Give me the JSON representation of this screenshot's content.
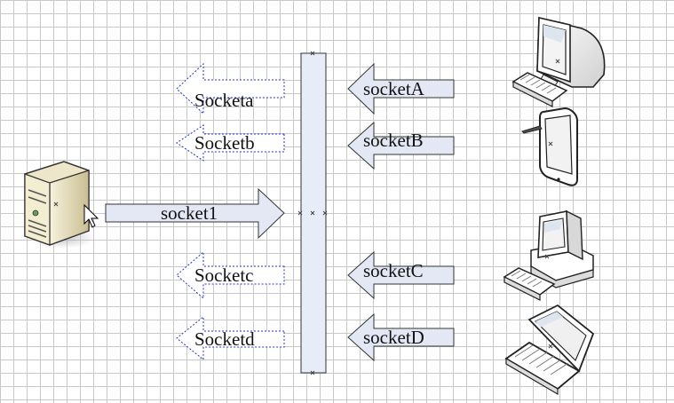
{
  "outgoing_arrows": {
    "socket_1": "socket1",
    "socket_a": "Socketa",
    "socket_b": "Socketb",
    "socket_c": "Socketc",
    "socket_d": "Socketd"
  },
  "incoming_arrows": {
    "socket_a": "socketA",
    "socket_b": "socketB",
    "socket_c": "socketC",
    "socket_d": "socketD"
  },
  "colors": {
    "arrow_fill": "#e4e8f4",
    "dashed_outline": "#2233cc",
    "device_fill": "#ffffff",
    "server_body": "#e9e2c6",
    "bar_fill": "#e8ecf8"
  },
  "icons": [
    "server-icon",
    "monitor-icon",
    "keyboard-icon",
    "tablet-icon",
    "stylus-icon",
    "desktop-pc-icon",
    "laptop-icon",
    "cursor-icon"
  ]
}
